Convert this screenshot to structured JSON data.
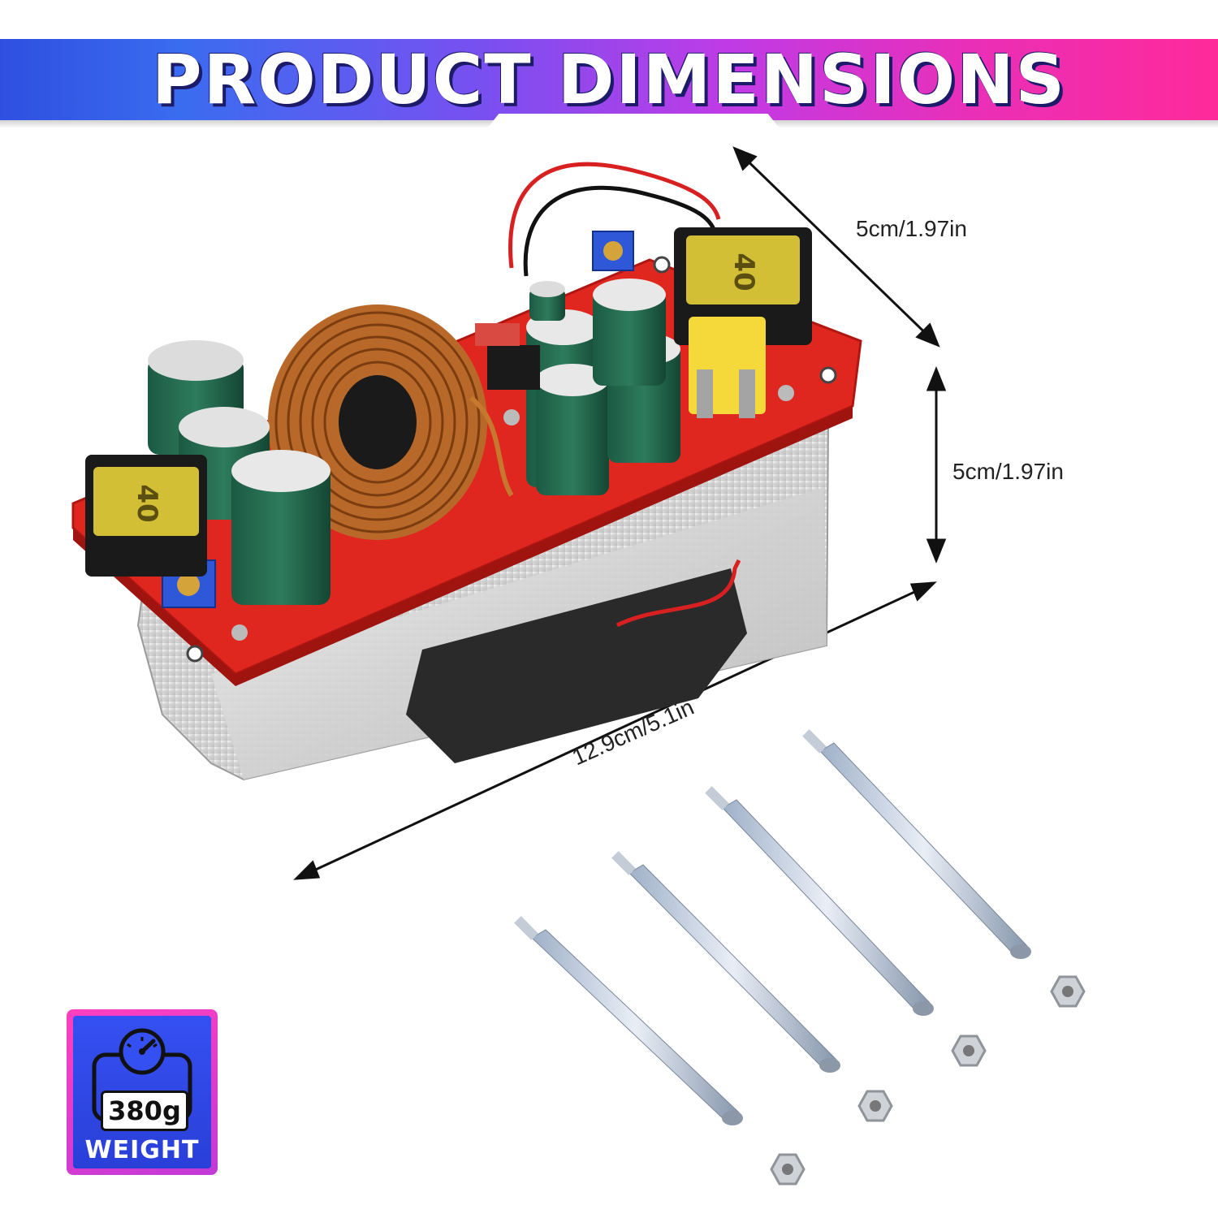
{
  "banner": {
    "title": "PRODUCT DIMENSIONS"
  },
  "dimensions": {
    "depth": "5cm/1.97in",
    "height": "5cm/1.97in",
    "length": "12.9cm/5.1in"
  },
  "weight": {
    "value": "380g",
    "label": "WEIGHT",
    "icon": "scale-icon"
  },
  "board": {
    "fuse_left": "40",
    "fuse_right": "40"
  }
}
